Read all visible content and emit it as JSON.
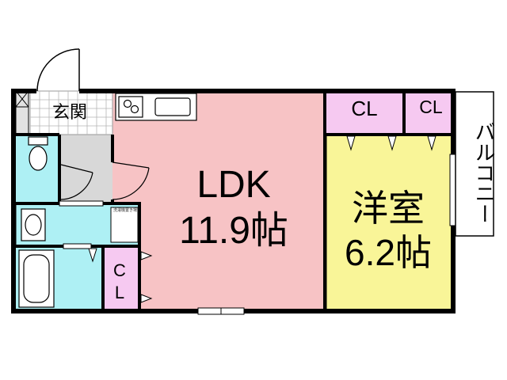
{
  "floor_plan": {
    "rooms": {
      "ldk_name": "LDK",
      "ldk_size": "11.9帖",
      "western_name": "洋室",
      "western_size": "6.2帖",
      "closet_1": "CL",
      "closet_2": "CL",
      "closet_3_line1": "C",
      "closet_3_line2": "L",
      "entrance": "玄関",
      "balcony": "バルコニー",
      "washer_space": "洗濯機置き場"
    },
    "colors": {
      "ldk": "#f7c3c5",
      "western": "#f9f598",
      "closet": "#f6c9f1",
      "wet_area": "#aef0f4",
      "entrance": "#e2e2e2",
      "corridor": "#d8d8d8",
      "wall": "#000000"
    }
  }
}
